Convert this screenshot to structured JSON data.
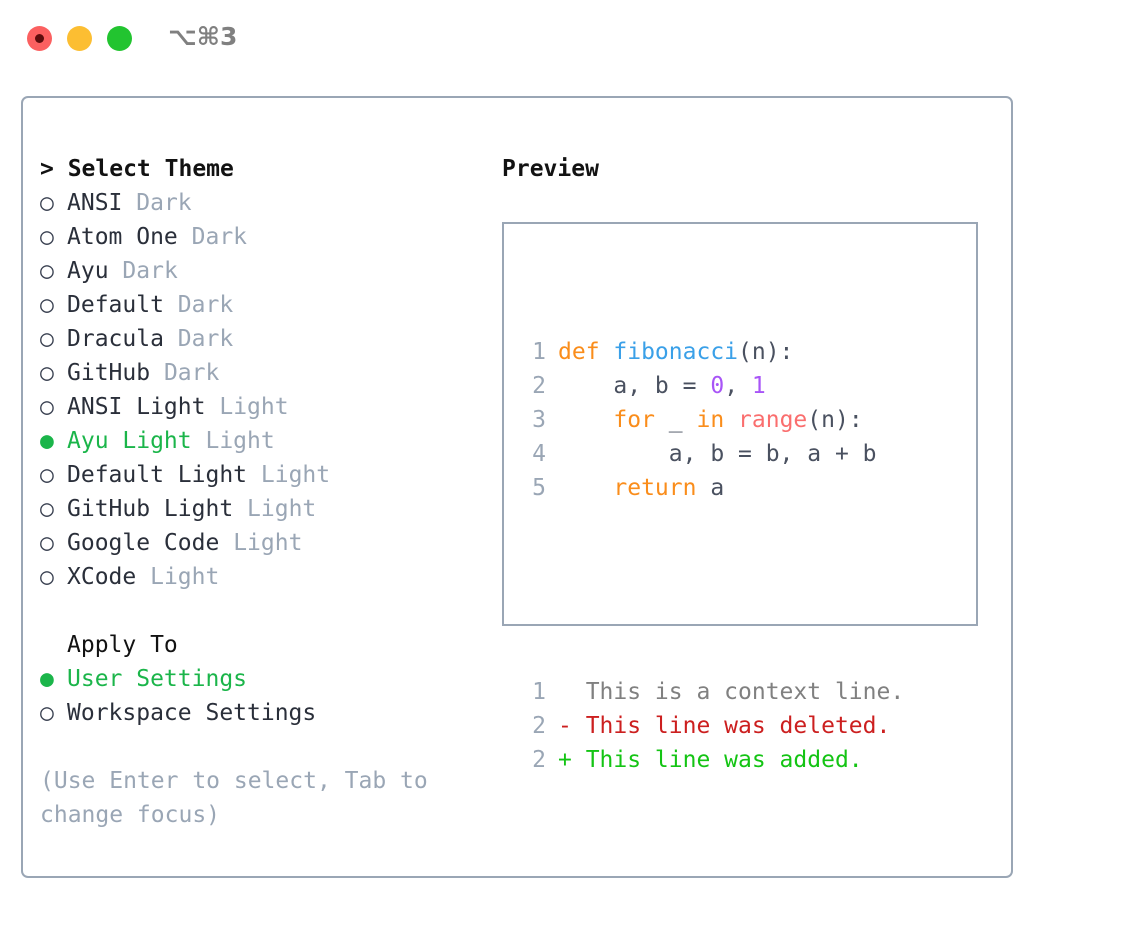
{
  "window": {
    "shortcut": "⌥⌘3",
    "traffic_lights": [
      {
        "name": "close",
        "color": "#fb6060"
      },
      {
        "name": "minimize",
        "color": "#fcbe32"
      },
      {
        "name": "maximize",
        "color": "#22c430"
      }
    ]
  },
  "theme_selector": {
    "header": "> Select Theme",
    "options": [
      {
        "bullet": "○",
        "label": "ANSI",
        "tag": "Dark",
        "selected": false
      },
      {
        "bullet": "○",
        "label": "Atom One",
        "tag": "Dark",
        "selected": false
      },
      {
        "bullet": "○",
        "label": "Ayu",
        "tag": "Dark",
        "selected": false
      },
      {
        "bullet": "○",
        "label": "Default",
        "tag": "Dark",
        "selected": false
      },
      {
        "bullet": "○",
        "label": "Dracula",
        "tag": "Dark",
        "selected": false
      },
      {
        "bullet": "○",
        "label": "GitHub",
        "tag": "Dark",
        "selected": false
      },
      {
        "bullet": "○",
        "label": "ANSI Light",
        "tag": "Light",
        "selected": false
      },
      {
        "bullet": "●",
        "label": "Ayu Light",
        "tag": "Light",
        "selected": true
      },
      {
        "bullet": "○",
        "label": "Default Light",
        "tag": "Light",
        "selected": false
      },
      {
        "bullet": "○",
        "label": "GitHub Light",
        "tag": "Light",
        "selected": false
      },
      {
        "bullet": "○",
        "label": "Google Code",
        "tag": "Light",
        "selected": false
      },
      {
        "bullet": "○",
        "label": "XCode",
        "tag": "Light",
        "selected": false
      }
    ]
  },
  "apply_to": {
    "header": "Apply To",
    "options": [
      {
        "bullet": "●",
        "label": "User Settings",
        "selected": true
      },
      {
        "bullet": "○",
        "label": "Workspace Settings",
        "selected": false
      }
    ]
  },
  "hint": "(Use Enter to select, Tab to change focus)",
  "preview": {
    "header": "Preview",
    "code_lines": [
      {
        "num": "1",
        "tokens": [
          {
            "t": "def ",
            "c": "kw"
          },
          {
            "t": "fibonacci",
            "c": "fn"
          },
          {
            "t": "(n):",
            "c": "pl"
          }
        ]
      },
      {
        "num": "2",
        "tokens": [
          {
            "t": "    a, b = ",
            "c": "pl"
          },
          {
            "t": "0",
            "c": "num"
          },
          {
            "t": ", ",
            "c": "pl"
          },
          {
            "t": "1",
            "c": "num"
          }
        ]
      },
      {
        "num": "3",
        "tokens": [
          {
            "t": "    ",
            "c": "pl"
          },
          {
            "t": "for",
            "c": "kw"
          },
          {
            "t": " _ ",
            "c": "pl"
          },
          {
            "t": "in",
            "c": "kw"
          },
          {
            "t": " ",
            "c": "pl"
          },
          {
            "t": "range",
            "c": "call"
          },
          {
            "t": "(n):",
            "c": "pl"
          }
        ]
      },
      {
        "num": "4",
        "tokens": [
          {
            "t": "        a, b = b, a + b",
            "c": "pl"
          }
        ]
      },
      {
        "num": "5",
        "tokens": [
          {
            "t": "    ",
            "c": "pl"
          },
          {
            "t": "return",
            "c": "kw"
          },
          {
            "t": " a",
            "c": "pl"
          }
        ]
      }
    ],
    "diff_lines": [
      {
        "num": "1",
        "tokens": [
          {
            "t": "  This is a context line.",
            "c": "ctx"
          }
        ]
      },
      {
        "num": "2",
        "tokens": [
          {
            "t": "- This line was deleted.",
            "c": "del"
          }
        ]
      },
      {
        "num": "2",
        "tokens": [
          {
            "t": "+ This line was added.",
            "c": "add"
          }
        ]
      }
    ]
  }
}
